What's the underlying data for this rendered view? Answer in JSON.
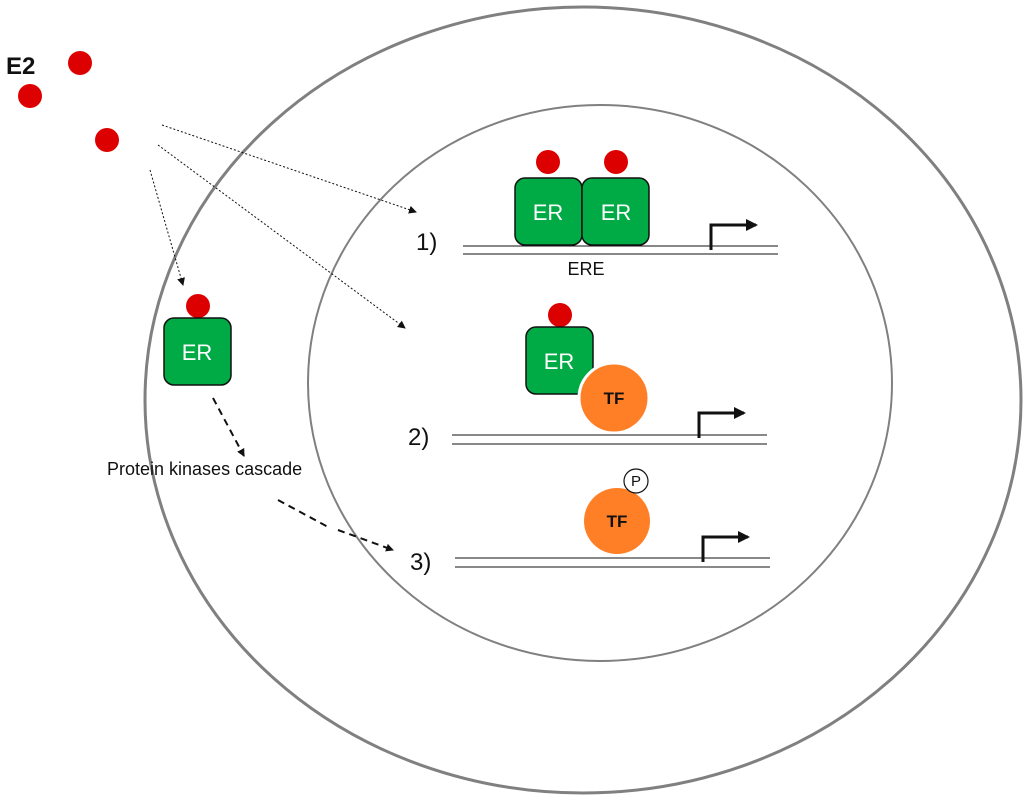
{
  "hormone": {
    "label": "E2"
  },
  "receptor": {
    "label": "ER"
  },
  "transcription_factor": {
    "label": "TF"
  },
  "element": {
    "label": "ERE"
  },
  "phospho": {
    "label": "P"
  },
  "cascade": {
    "label": "Protein kinases cascade"
  },
  "pathways": [
    {
      "label": "1)"
    },
    {
      "label": "2)"
    },
    {
      "label": "3)"
    }
  ],
  "colors": {
    "hormone": "#dd0000",
    "receptor": "#00aa44",
    "transcription_factor": "#ff7f27",
    "membrane": "#808080",
    "arrow": "#111111"
  }
}
